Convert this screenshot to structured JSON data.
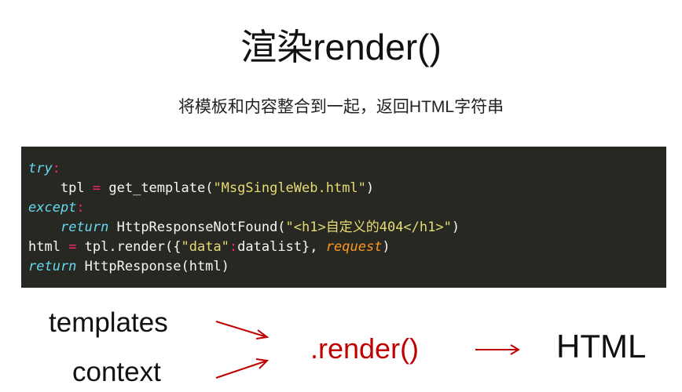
{
  "title": "渲染render()",
  "subtitle": "将模板和内容整合到一起，返回HTML字符串",
  "code": {
    "l1_kw": "try",
    "l1_colon": ":",
    "l2_a": "    tpl ",
    "l2_op": "=",
    "l2_b": " get_template(",
    "l2_str": "\"MsgSingleWeb.html\"",
    "l2_c": ")",
    "l3_kw": "except",
    "l3_colon": ":",
    "l4_indent": "    ",
    "l4_kw": "return",
    "l4_b": " HttpResponseNotFound(",
    "l4_str": "\"<h1>自定义的404</h1>\"",
    "l4_c": ")",
    "l5_a": "html ",
    "l5_op": "=",
    "l5_b": " tpl.render({",
    "l5_str": "\"data\"",
    "l5_colon": ":",
    "l5_c": "datalist}, ",
    "l5_arg": "request",
    "l5_d": ")",
    "l6_kw": "return",
    "l6_b": " HttpResponse(html)"
  },
  "diagram": {
    "templates": "templates",
    "context": "context",
    "render": ".render()",
    "html": "HTML",
    "arrow_color": "#c00000"
  }
}
